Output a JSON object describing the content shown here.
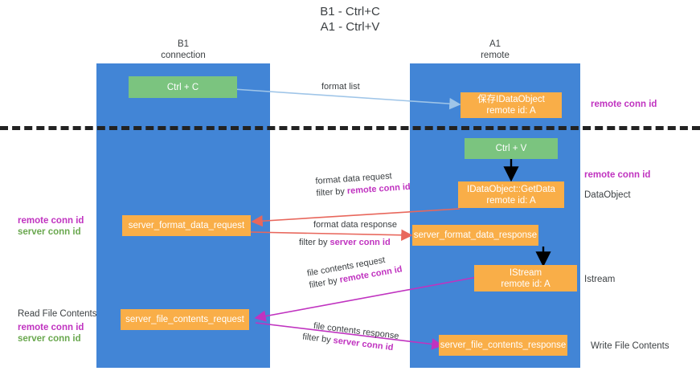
{
  "title": {
    "line1": "B1 - Ctrl+C",
    "line2": "A1 - Ctrl+V"
  },
  "columns": [
    {
      "name": "B1",
      "subtitle": "connection"
    },
    {
      "name": "A1",
      "subtitle": "remote"
    }
  ],
  "nodes": {
    "ctrl_c": "Ctrl + C",
    "save_idataobject_l1": "保存IDataObject",
    "save_idataobject_l2": "remote id: A",
    "ctrl_v": "Ctrl + V",
    "getdata_l1": "IDataObject::GetData",
    "getdata_l2": "remote id: A",
    "server_format_data_request": "server_format_data_request",
    "server_format_data_response": "server_format_data_response",
    "istream_l1": "IStream",
    "istream_l2": "remote id: A",
    "server_file_contents_request": "server_file_contents_request",
    "server_file_contents_response": "server_file_contents_response"
  },
  "edges": {
    "format_list": "format list",
    "format_data_request": "format data request",
    "format_data_request_filter_prefix": "filter by ",
    "format_data_request_filter_key": "remote conn id",
    "format_data_response": "format data response",
    "format_data_response_filter_prefix": "filter by ",
    "format_data_response_filter_key": "server conn id",
    "file_contents_request": "file contents request",
    "file_contents_request_filter_prefix": "filter by ",
    "file_contents_request_filter_key": "remote conn id",
    "file_contents_response": "file contents response",
    "file_contents_response_filter_prefix": "filter by ",
    "file_contents_response_filter_key": "server conn id"
  },
  "annotations": {
    "right_remote_conn_id_top": "remote conn id",
    "right_remote_conn_id_mid": "remote conn id",
    "right_dataobject": "DataObject",
    "right_istream": "Istream",
    "right_write_file_contents": "Write File Contents",
    "left_remote_conn_id": "remote conn id",
    "left_server_conn_id": "server conn id",
    "left_read_file_contents": "Read File Contents",
    "left_remote_conn_id_2": "remote conn id",
    "left_server_conn_id_2": "server conn id"
  },
  "colors": {
    "lane": "#4285d6",
    "green_node": "#7bc47f",
    "orange_node": "#f9ae48",
    "remote_key": "#c033c0",
    "server_key": "#6aa84f",
    "arrow_blue": "#9fc5e8",
    "arrow_red": "#e8675c",
    "arrow_magenta": "#c033c0",
    "arrow_black": "#000000",
    "divider": "#222222"
  }
}
